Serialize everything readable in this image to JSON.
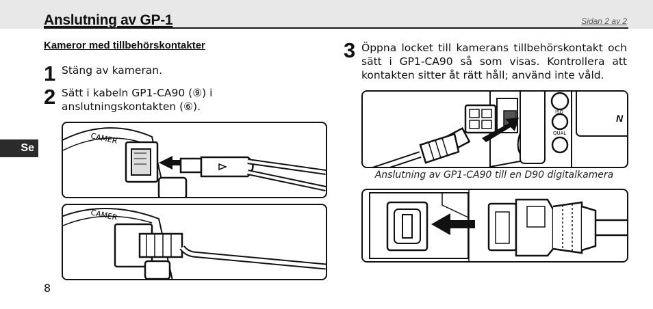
{
  "header": {
    "title": "Anslutning av GP-1",
    "page_indicator": "Sidan 2 av 2"
  },
  "section": {
    "title": "Kameror med tillbehörskontakter"
  },
  "steps": [
    {
      "number": "1",
      "text": "Stäng av kameran."
    },
    {
      "number": "2",
      "text": "Sätt i kabeln GP1-CA90 (⑨) i anslutningskontakten (⑥)."
    },
    {
      "number": "3",
      "text": "Öppna locket till kamerans tillbehörskontakt och sätt i GP1-CA90 så som visas. Kontrollera att kontakten sitter åt rätt håll; använd inte våld."
    }
  ],
  "caption": "Anslutning av GP1-CA90 till en D90 digitalkamera",
  "language_tab": "Se",
  "page_number": "8",
  "figure_labels": {
    "camera_text": "CAMER",
    "iso": "ISO",
    "qual": "QUAL",
    "n_letter": "N"
  },
  "colors": {
    "header_bg": "#e8e8e8",
    "tab_bg": "#2b2b2b",
    "line": "#111111"
  }
}
